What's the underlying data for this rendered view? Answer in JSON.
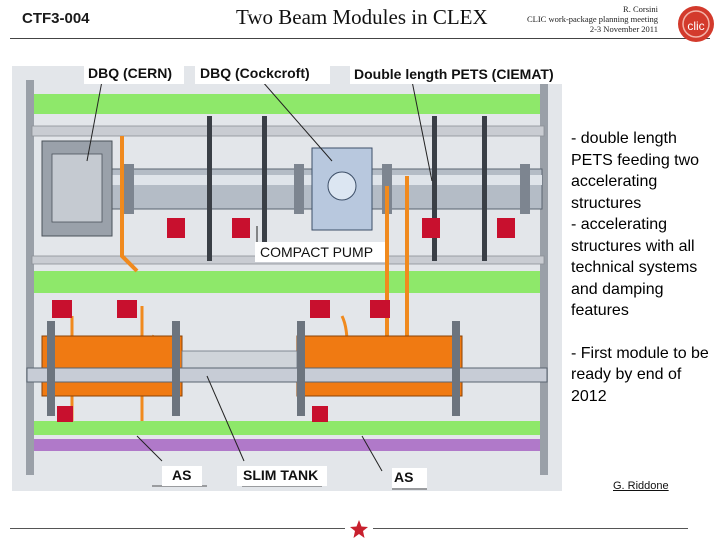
{
  "header": {
    "code": "CTF3-004",
    "title": "Two Beam Modules in CLEX",
    "meta_lines": [
      "R. Corsini",
      "CLIC work-package planning meeting",
      "2-3 November 2011"
    ],
    "logo_text": "clic"
  },
  "figure": {
    "labels": {
      "dbq_cern": "DBQ (CERN)",
      "dbq_cockcroft": "DBQ (Cockcroft)",
      "pets": "Double length PETS (CIEMAT)",
      "compact_pump": "COMPACT PUMP",
      "as_left": "AS",
      "slim_tank": "SLIM TANK",
      "as_right": "AS"
    }
  },
  "bullets": [
    "- double length PETS feeding two accelerating structures",
    "- accelerating structures with all technical systems and damping features",
    "- First module to be ready by end of 2012"
  ],
  "credit": "G. Riddone",
  "colors": {
    "rail_green": "#8ee86a",
    "base_purple": "#b079c9",
    "pipe_orange": "#f08a1e",
    "structure_orange": "#f07a12",
    "logo_red": "#d33a2c"
  }
}
